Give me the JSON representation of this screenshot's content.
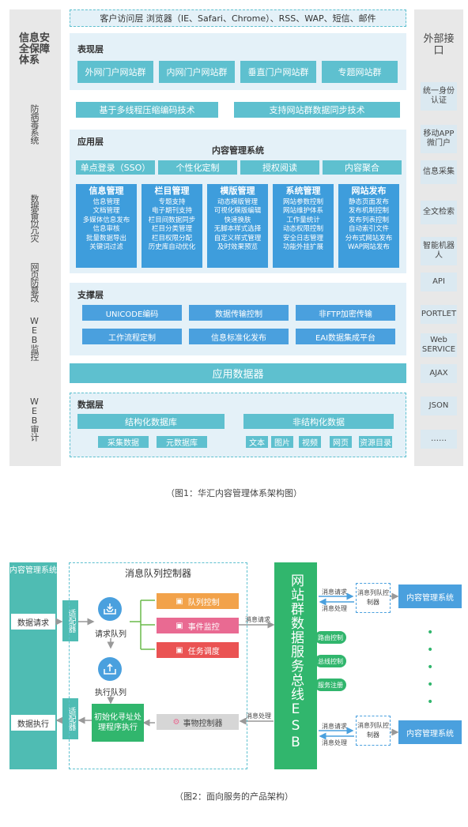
{
  "fig1": {
    "left_top": "信息安全保障体系",
    "left_items": [
      "防病毒系统",
      "数据备份冗灾",
      "网页防篡改",
      "WEB监控",
      "WEB审计"
    ],
    "top_bar": "客户访问层  浏览器（IE、Safari、Chrome）、RSS、WAP、短信、邮件",
    "presentation": {
      "title": "表现层",
      "items": [
        "外网门户网站群",
        "内网门户网站群",
        "垂直门户网站群",
        "专题网站群"
      ]
    },
    "tech": [
      "基于多线程压缩编码技术",
      "支持网站群数据同步技术"
    ],
    "app": {
      "title": "应用层",
      "subtitle": "内容管理系统",
      "tags": [
        "单点登录（SSO）",
        "个性化定制",
        "授权阅读",
        "内容聚合"
      ],
      "cards": [
        {
          "title": "信息管理",
          "lines": [
            "信息管理",
            "文档管理",
            "多媒体信息发布",
            "信息审核",
            "批量数据导出",
            "关键词过滤"
          ]
        },
        {
          "title": "栏目管理",
          "lines": [
            "专题支持",
            "电子期刊支持",
            "栏目间数据同步",
            "栏目分类管理",
            "栏目权限分配",
            "历史库自动优化"
          ]
        },
        {
          "title": "模版管理",
          "lines": [
            "动态模版管理",
            "可视化模版编辑",
            "快速换肤",
            "无脚本样式选择",
            "自定义样式管理",
            "及时效果预览"
          ]
        },
        {
          "title": "系统管理",
          "lines": [
            "网站参数控制",
            "网站维护体系",
            "工作量统计",
            "动态权限控制",
            "安全日志管理",
            "功能外挂扩展"
          ]
        },
        {
          "title": "网站发布",
          "lines": [
            "静态页面发布",
            "发布机制控制",
            "发布列表控制",
            "自动索引文件",
            "分布式网站发布",
            "WAP网站发布"
          ]
        }
      ]
    },
    "support": {
      "title": "支撑层",
      "items": [
        "UNICODE编码",
        "数据传输控制",
        "非FTP加密传输",
        "工作流程定制",
        "信息标准化发布",
        "EAI数据集成平台"
      ]
    },
    "app_data": "应用数据器",
    "data": {
      "title": "数据层",
      "structured": "结构化数据库",
      "unstructured": "非结构化数据",
      "structured_items": [
        "采集数据",
        "元数据库"
      ],
      "unstructured_items": [
        "文本",
        "图片",
        "视频",
        "网页",
        "资源目录"
      ]
    },
    "right_top": "外部接口",
    "right_items": [
      "统一身份认证",
      "移动APP微门户",
      "信息采集",
      "全文检索",
      "智能机器人",
      "API",
      "PORTLET",
      "Web SERVICE",
      "AJAX",
      "JSON",
      "……"
    ],
    "caption": "（图1：华汇内容管理体系架构图）"
  },
  "fig2": {
    "left_title": "内容管理系统",
    "req": "数据请求",
    "exec": "数据执行",
    "adapter": "适配器",
    "mq_title": "消息队列控制器",
    "req_queue": "请求队列",
    "exec_queue": "执行队列",
    "queue_items": [
      "队列控制",
      "事件监控",
      "任务调度"
    ],
    "init": "初始化寻址处理程序执行",
    "event_ctrl": "事物控制器",
    "msg_req": "消息请求",
    "msg_proc": "消息处理",
    "esb": "网站群数据服务总线ESB",
    "esb_tags": [
      "路由控制",
      "总线控制",
      "服务注册"
    ],
    "mq_ctrl": "消息列队控制器",
    "cms": "内容管理系统",
    "caption": "（图2：面向服务的产品架构）",
    "colors": {
      "teal": "#4fbcb3",
      "green": "#31b66d",
      "orange": "#f2a24a",
      "pink": "#e96a92",
      "red": "#ea5353",
      "blue": "#4aa0de"
    }
  }
}
